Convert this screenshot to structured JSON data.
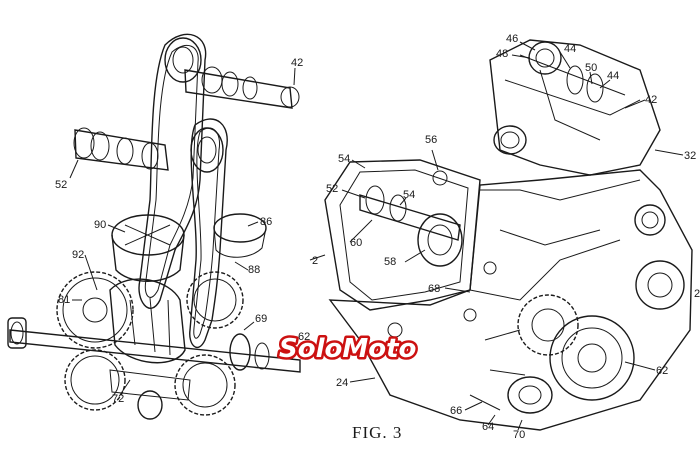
{
  "figure": {
    "caption": "FIG. 3",
    "labels": [
      "42",
      "52",
      "90",
      "86",
      "92",
      "88",
      "81",
      "69",
      "62",
      "72",
      "46",
      "48",
      "44",
      "50",
      "44",
      "42",
      "32",
      "54",
      "56",
      "52",
      "54",
      "60",
      "58",
      "68",
      "2",
      "2",
      "24",
      "62",
      "66",
      "64",
      "70"
    ]
  },
  "watermark": {
    "text": "SoloMoto",
    "colors": {
      "fill": "#ffffff",
      "outline": "#cc1111"
    }
  }
}
